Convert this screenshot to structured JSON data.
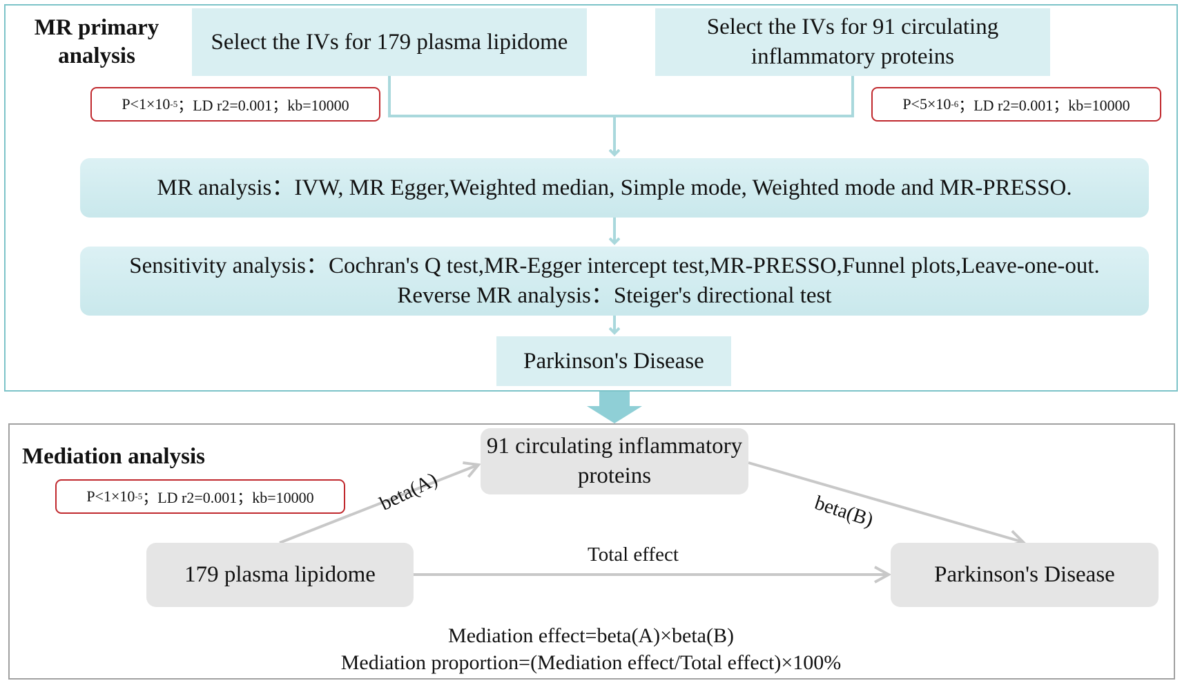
{
  "primary": {
    "heading": "MR primary analysis",
    "iv_lipid": "Select the IVs for 179 plasma lipidome",
    "iv_protein": "Select the IVs for 91 circulating inflammatory proteins",
    "criteria_lipid": {
      "prefix": "P<1×10",
      "exp": "-5",
      "suffix": "；LD r2=0.001；kb=10000"
    },
    "criteria_protein": {
      "prefix": "P<5×10",
      "exp": "-6",
      "suffix": "；LD r2=0.001；kb=10000"
    },
    "mr_analysis": "MR analysis：IVW, MR Egger,Weighted median, Simple mode, Weighted mode and MR-PRESSO.",
    "sensitivity_line1": "Sensitivity analysis：Cochran's Q test,MR-Egger intercept test,MR-PRESSO,Funnel plots,Leave-one-out.",
    "sensitivity_line2": "Reverse MR analysis：Steiger's directional test",
    "outcome": "Parkinson's Disease"
  },
  "mediation": {
    "heading": "Mediation analysis",
    "criteria": {
      "prefix": "P<1×10",
      "exp": "-5",
      "suffix": "；LD r2=0.001；kb=10000"
    },
    "mediator": "91 circulating inflammatory proteins",
    "exposure": "179 plasma lipidome",
    "outcome": "Parkinson's Disease",
    "beta_a": "beta(A)",
    "beta_b": "beta(B)",
    "total_effect": "Total effect",
    "formula_effect": "Mediation effect=beta(A)×beta(B)",
    "formula_proportion": "Mediation proportion=(Mediation effect/Total effect)×100%"
  },
  "colors": {
    "teal_border": "#7cc3c8",
    "teal_fill": "#d9eff2",
    "red_border": "#c0282d",
    "grey_fill": "#e5e5e5",
    "grey_arrow": "#c8c8c8"
  }
}
